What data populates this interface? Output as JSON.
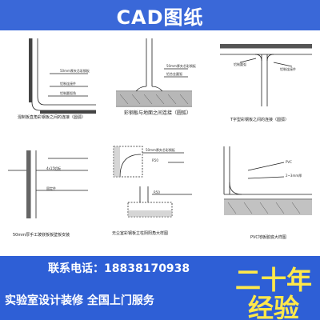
{
  "header": {
    "title": "CAD图纸"
  },
  "drawings": {
    "d1": {
      "caption": "混制板直角彩钢板之间的连接（圆弧）",
      "note1": "50mm厚夹芯彩钢板",
      "note2": "铝制连接件",
      "note3": "铝制圆弧角"
    },
    "d2": {
      "caption": "彩钢板与地面之间连接（圆弧）",
      "note1": "50mm厚夹芯彩钢板",
      "note2": "铝合金圆弧"
    },
    "d3": {
      "caption": "T字型彩钢板之间的连接（圆弧）",
      "note1": "铝制圆弧",
      "note2": "铝制连接件"
    },
    "d4": {
      "caption": "50mm厚手工玻镁板板壁板安装",
      "note1": "4x15铝板",
      "note2": "固定件"
    },
    "d5": {
      "caption": "无尘室彩钢板立柱阴阳角大样图",
      "note1": "50mm厚夹芯彩钢板",
      "note2": "R50",
      "note3": "R50"
    },
    "d6": {
      "caption": "PVC地板胶底大样图",
      "note1": "PVC",
      "note2": "2~3mm厚"
    }
  },
  "footer": {
    "contact_label": "联系电话：",
    "contact_phone": "18838170938",
    "services": "实验室设计装修 全国上门服务",
    "badge_line1": "二十年",
    "badge_line2": "经验"
  },
  "colors": {
    "header_bg": "#3a68d8",
    "footer_bg": "#2e5fd6",
    "badge_text": "#ffe84a",
    "line": "#222222"
  }
}
